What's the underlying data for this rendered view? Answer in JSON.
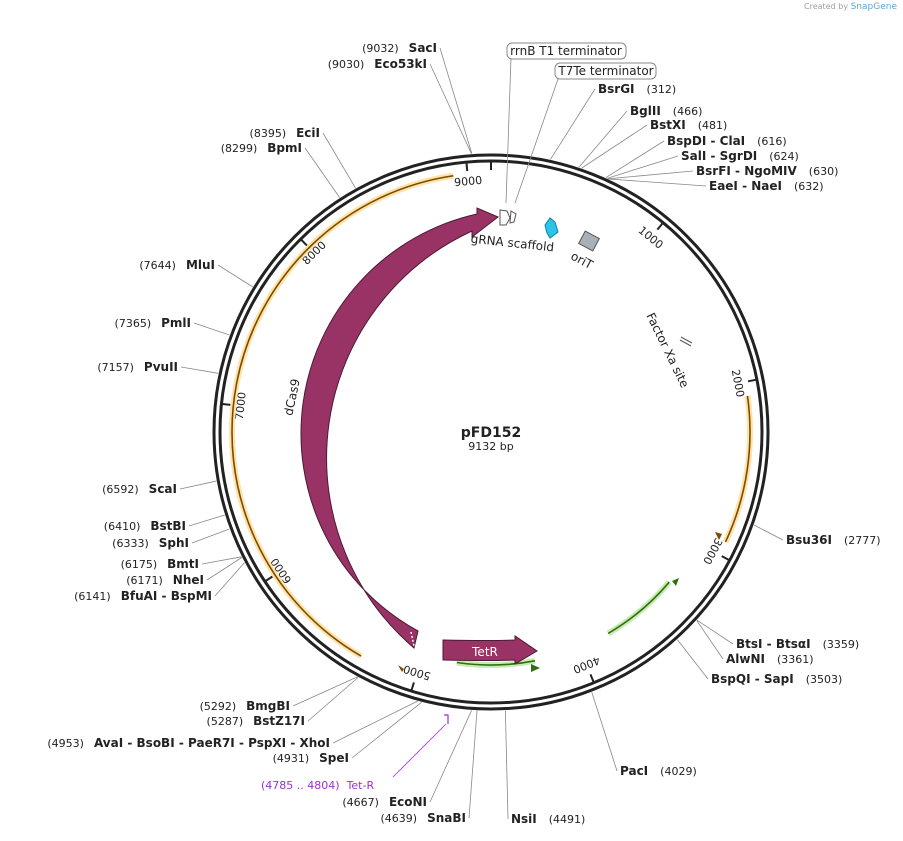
{
  "plasmid": {
    "name": "pFD152",
    "length": "9132 bp"
  },
  "credit": {
    "prefix": "Created by",
    "brand": "SnapGene"
  },
  "ticks": [
    {
      "label": "1000",
      "bp": 1000
    },
    {
      "label": "2000",
      "bp": 2000
    },
    {
      "label": "3000",
      "bp": 3000
    },
    {
      "label": "4000",
      "bp": 4000
    },
    {
      "label": "5000",
      "bp": 5000
    },
    {
      "label": "6000",
      "bp": 6000
    },
    {
      "label": "7000",
      "bp": 7000
    },
    {
      "label": "8000",
      "bp": 8000
    },
    {
      "label": "9000",
      "bp": 9000
    }
  ],
  "enzymes": [
    {
      "bp": 9032,
      "pos": "(9032)",
      "names": [
        "SacI"
      ]
    },
    {
      "bp": 9030,
      "pos": "(9030)",
      "names": [
        "Eco53kI"
      ]
    },
    {
      "bp": 312,
      "pos": "(312)",
      "names": [
        "BsrGI"
      ]
    },
    {
      "bp": 466,
      "pos": "(466)",
      "names": [
        "BglII"
      ]
    },
    {
      "bp": 481,
      "pos": "(481)",
      "names": [
        "BstXI"
      ]
    },
    {
      "bp": 616,
      "pos": "(616)",
      "names": [
        "BspDI",
        "ClaI"
      ]
    },
    {
      "bp": 624,
      "pos": "(624)",
      "names": [
        "SalI",
        "SgrDI"
      ]
    },
    {
      "bp": 630,
      "pos": "(630)",
      "names": [
        "BsrFI",
        "NgoMIV"
      ]
    },
    {
      "bp": 632,
      "pos": "(632)",
      "names": [
        "EaeI",
        "NaeI"
      ]
    },
    {
      "bp": 2777,
      "pos": "(2777)",
      "names": [
        "Bsu36I"
      ]
    },
    {
      "bp": 3359,
      "pos": "(3359)",
      "names": [
        "BtsI",
        "BtsαI"
      ]
    },
    {
      "bp": 3361,
      "pos": "(3361)",
      "names": [
        "AlwNI"
      ]
    },
    {
      "bp": 3503,
      "pos": "(3503)",
      "names": [
        "BspQI",
        "SapI"
      ]
    },
    {
      "bp": 4029,
      "pos": "(4029)",
      "names": [
        "PacI"
      ]
    },
    {
      "bp": 4491,
      "pos": "(4491)",
      "names": [
        "NsiI"
      ]
    },
    {
      "bp": 4639,
      "pos": "(4639)",
      "names": [
        "SnaBI"
      ]
    },
    {
      "bp": 4667,
      "pos": "(4667)",
      "names": [
        "EcoNI"
      ]
    },
    {
      "bp": 4931,
      "pos": "(4931)",
      "names": [
        "SpeI"
      ]
    },
    {
      "bp": 4953,
      "pos": "(4953)",
      "names": [
        "AvaI",
        "BsoBI",
        "PaeR7I",
        "PspXI",
        "XhoI"
      ]
    },
    {
      "bp": 5287,
      "pos": "(5287)",
      "names": [
        "BstZ17I"
      ]
    },
    {
      "bp": 5292,
      "pos": "(5292)",
      "names": [
        "BmgBI"
      ]
    },
    {
      "bp": 6141,
      "pos": "(6141)",
      "names": [
        "BfuAI",
        "BspMI"
      ]
    },
    {
      "bp": 6171,
      "pos": "(6171)",
      "names": [
        "NheI"
      ]
    },
    {
      "bp": 6175,
      "pos": "(6175)",
      "names": [
        "BmtI"
      ]
    },
    {
      "bp": 6333,
      "pos": "(6333)",
      "names": [
        "SphI"
      ]
    },
    {
      "bp": 6410,
      "pos": "(6410)",
      "names": [
        "BstBI"
      ]
    },
    {
      "bp": 6592,
      "pos": "(6592)",
      "names": [
        "ScaI"
      ]
    },
    {
      "bp": 7157,
      "pos": "(7157)",
      "names": [
        "PvuII"
      ]
    },
    {
      "bp": 7365,
      "pos": "(7365)",
      "names": [
        "PmlI"
      ]
    },
    {
      "bp": 7644,
      "pos": "(7644)",
      "names": [
        "MluI"
      ]
    },
    {
      "bp": 8299,
      "pos": "(8299)",
      "names": [
        "BpmI"
      ]
    },
    {
      "bp": 8395,
      "pos": "(8395)",
      "names": [
        "EciI"
      ]
    }
  ],
  "features": [
    {
      "name": "dCas9",
      "type": "cds",
      "start": 5040,
      "end": 8910,
      "color": "#993366"
    },
    {
      "name": "TetR",
      "type": "cds",
      "start": 4290,
      "end": 4980,
      "color": "#993366"
    },
    {
      "name": "gRNA scaffold",
      "type": "misc",
      "color": "#ffffff"
    },
    {
      "name": "oriT",
      "type": "origin",
      "color": "#a9b0b8"
    },
    {
      "name": "Factor Xa site",
      "type": "site",
      "color": "#555555"
    },
    {
      "name": "rrnB T1 terminator",
      "type": "terminator",
      "color": "#ffffff"
    },
    {
      "name": "T7Te terminator",
      "type": "terminator",
      "color": "#ffffff"
    },
    {
      "name": "Tet-R",
      "type": "primer",
      "range": "(4785 .. 4804)",
      "color": "#9933cc"
    }
  ],
  "orange_arcs": [
    {
      "start": 5330,
      "end": 8920,
      "direction": "cw"
    },
    {
      "start": 2080,
      "end": 2920,
      "direction": "cw"
    }
  ],
  "green_arcs": [
    {
      "start": 3300,
      "end": 3800,
      "direction": "ccw"
    },
    {
      "start": 4290,
      "end": 4780,
      "direction": "ccw"
    }
  ],
  "colors": {
    "backbone": "#222222",
    "cds": "#993366",
    "orange": "#f0a020",
    "green": "#44aa22",
    "primer": "#9933cc",
    "cyan": "#29c4e8",
    "gray": "#a9b0b8"
  }
}
